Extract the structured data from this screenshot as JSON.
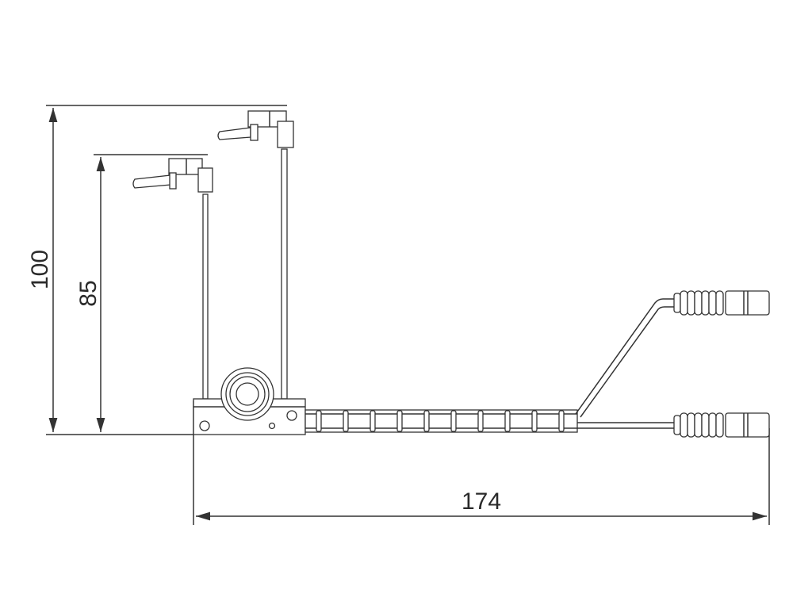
{
  "drawing": {
    "dimensions": {
      "overall_height": "100",
      "sensor_height": "85",
      "overall_length": "174"
    },
    "colors": {
      "line": "#333333",
      "background": "#ffffff"
    }
  }
}
